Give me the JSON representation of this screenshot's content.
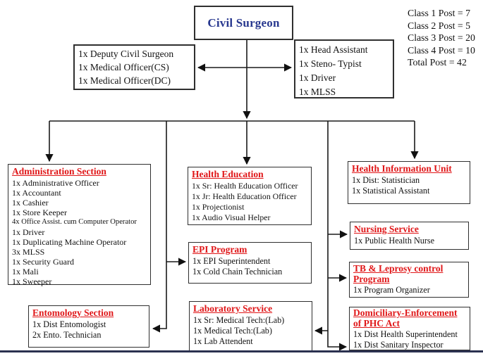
{
  "root_box": {
    "title": "Civil Surgeon"
  },
  "deputy_box": {
    "lines": [
      "1x Deputy Civil Surgeon",
      "1x Medical Officer(CS)",
      "1x Medical Officer(DC)"
    ]
  },
  "assistant_box": {
    "lines": [
      "1x Head Assistant",
      "1x Steno- Typist",
      "1x Driver",
      "1x MLSS"
    ]
  },
  "post_summary": {
    "lines": [
      "Class 1 Post = 7",
      "Class 2 Post = 5",
      "Class 3 Post = 20",
      "Class 4 Post = 10",
      "Total Post = 42"
    ]
  },
  "sections": {
    "administration": {
      "title": "Administration Section",
      "lines": [
        "1x Administrative Officer",
        "1x Accountant",
        "1x Cashier",
        "1x Store Keeper",
        "4x Office Assist. cum Computer Operator",
        "1x Driver",
        "1x Duplicating Machine Operator",
        "3x MLSS",
        "1x Security Guard",
        "1x Mali",
        "1x Sweeper"
      ]
    },
    "health_education": {
      "title": "Health Education",
      "lines": [
        "1x Sr: Health Education Officer",
        "1x Jr: Health Education Officer",
        "1x Projectionist",
        "1x Audio Visual Helper"
      ]
    },
    "epi_program": {
      "title": "EPI Program",
      "lines": [
        "1x EPI Superintendent",
        "1x Cold Chain Technician"
      ]
    },
    "laboratory_service": {
      "title": "Laboratory Service",
      "lines": [
        "1x Sr: Medical Tech:(Lab)",
        "1x Medical Tech:(Lab)",
        "1x Lab Attendent"
      ]
    },
    "entomology": {
      "title": "Entomology Section",
      "lines": [
        "1x Dist Entomologist",
        "2x Ento. Technician"
      ]
    },
    "health_information_unit": {
      "title": "Health Information Unit",
      "lines": [
        "1x Dist: Statistician",
        "1x Statistical Assistant"
      ]
    },
    "nursing_service": {
      "title": "Nursing Service",
      "lines": [
        "1x Public Health Nurse"
      ]
    },
    "tb_leprosy": {
      "title": "TB & Leprosy control Program",
      "lines": [
        "1x Program Organizer"
      ]
    },
    "domiciliary": {
      "title": "Domiciliary-Enforcement of PHC Act",
      "lines": [
        "1x Dist Health Superintendent",
        "1x Dist Sanitary Inspector"
      ]
    }
  },
  "colors": {
    "section_title_red": "#e01719",
    "root_title_blue": "#28388f",
    "connector": "#1a1a1a",
    "bottom_rule": "#2b3150"
  }
}
